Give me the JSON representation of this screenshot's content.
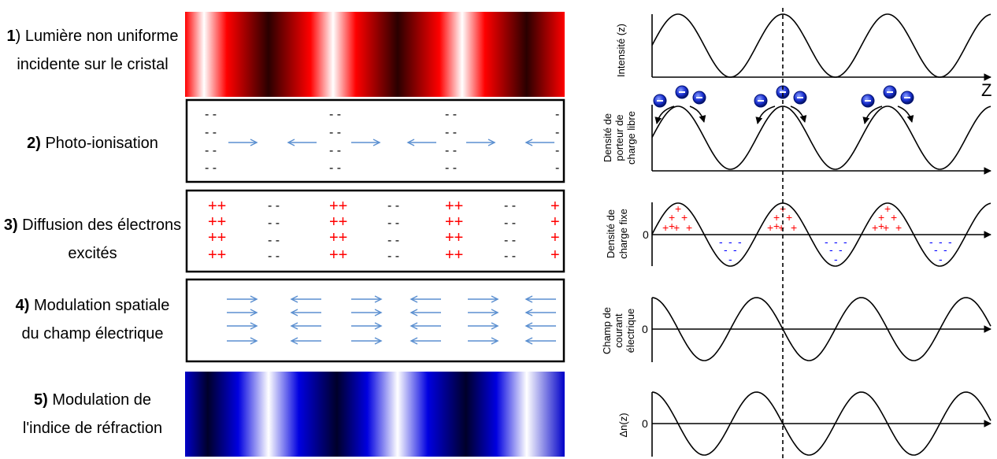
{
  "steps": [
    {
      "num": "1",
      "paren": ")",
      "line1": " Lumière non uniforme",
      "line2": "incidente sur le cristal"
    },
    {
      "num": "2)",
      "line1": " Photo-ionisation"
    },
    {
      "num": "3)",
      "line1": " Diffusion des électrons",
      "line2": "excités"
    },
    {
      "num": "4)",
      "line1": " Modulation spatiale",
      "line2": "du champ électrique"
    },
    {
      "num": "5)",
      "line1": " Modulation de",
      "line2": "l'indice de réfraction"
    }
  ],
  "panels": {
    "intensity": {
      "label": "Intensité (z)"
    },
    "free_carriers": {
      "label": [
        "Densité de",
        "porteur de",
        "charge libre"
      ]
    },
    "fixed_charge": {
      "label": [
        "Densité de",
        "charge fixe"
      ],
      "zero": "0"
    },
    "field": {
      "label": [
        "Champ de",
        "courant",
        "électrique"
      ],
      "zero": "0"
    },
    "index": {
      "label": "Δn(z)",
      "zero": "0"
    }
  },
  "z_axis_label": "Z",
  "symbols": {
    "minus": "- -",
    "plus": "++",
    "electron": "-",
    "plus_single": "+",
    "minus_single": "-"
  },
  "colors": {
    "light_red": "#e00000",
    "dark_red": "#2a0000",
    "blue": "#0000c8",
    "navy": "#00002a",
    "arrow": "#5b8fd0",
    "plus": "#ff0000",
    "minus_blue": "#0000ff"
  }
}
